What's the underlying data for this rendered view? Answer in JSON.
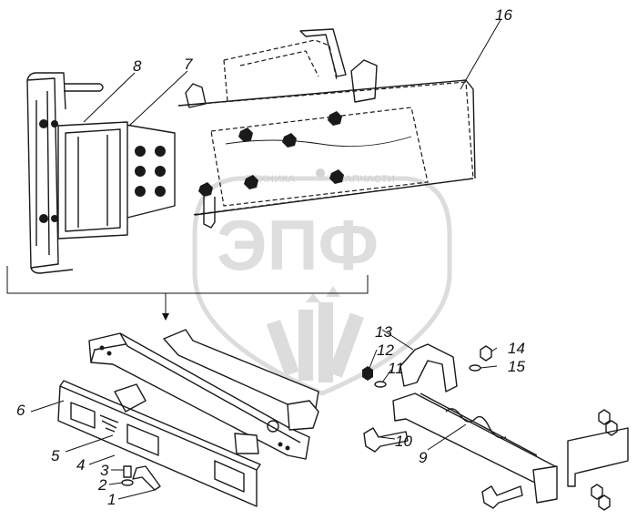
{
  "watermark": {
    "small_text_left": "ТЕХНИКА",
    "small_text_right": "ЗАПЧАСТИ",
    "big_text": "ЭПФ",
    "color": "#d9d9d9"
  },
  "callouts": [
    {
      "id": "1",
      "label": "1"
    },
    {
      "id": "2",
      "label": "2"
    },
    {
      "id": "3",
      "label": "3"
    },
    {
      "id": "4",
      "label": "4"
    },
    {
      "id": "5",
      "label": "5"
    },
    {
      "id": "6",
      "label": "6"
    },
    {
      "id": "7",
      "label": "7"
    },
    {
      "id": "8",
      "label": "8"
    },
    {
      "id": "9",
      "label": "9"
    },
    {
      "id": "10",
      "label": "10"
    },
    {
      "id": "11",
      "label": "11"
    },
    {
      "id": "12",
      "label": "12"
    },
    {
      "id": "13",
      "label": "13"
    },
    {
      "id": "14",
      "label": "14"
    },
    {
      "id": "15",
      "label": "15"
    },
    {
      "id": "16",
      "label": "16"
    }
  ]
}
